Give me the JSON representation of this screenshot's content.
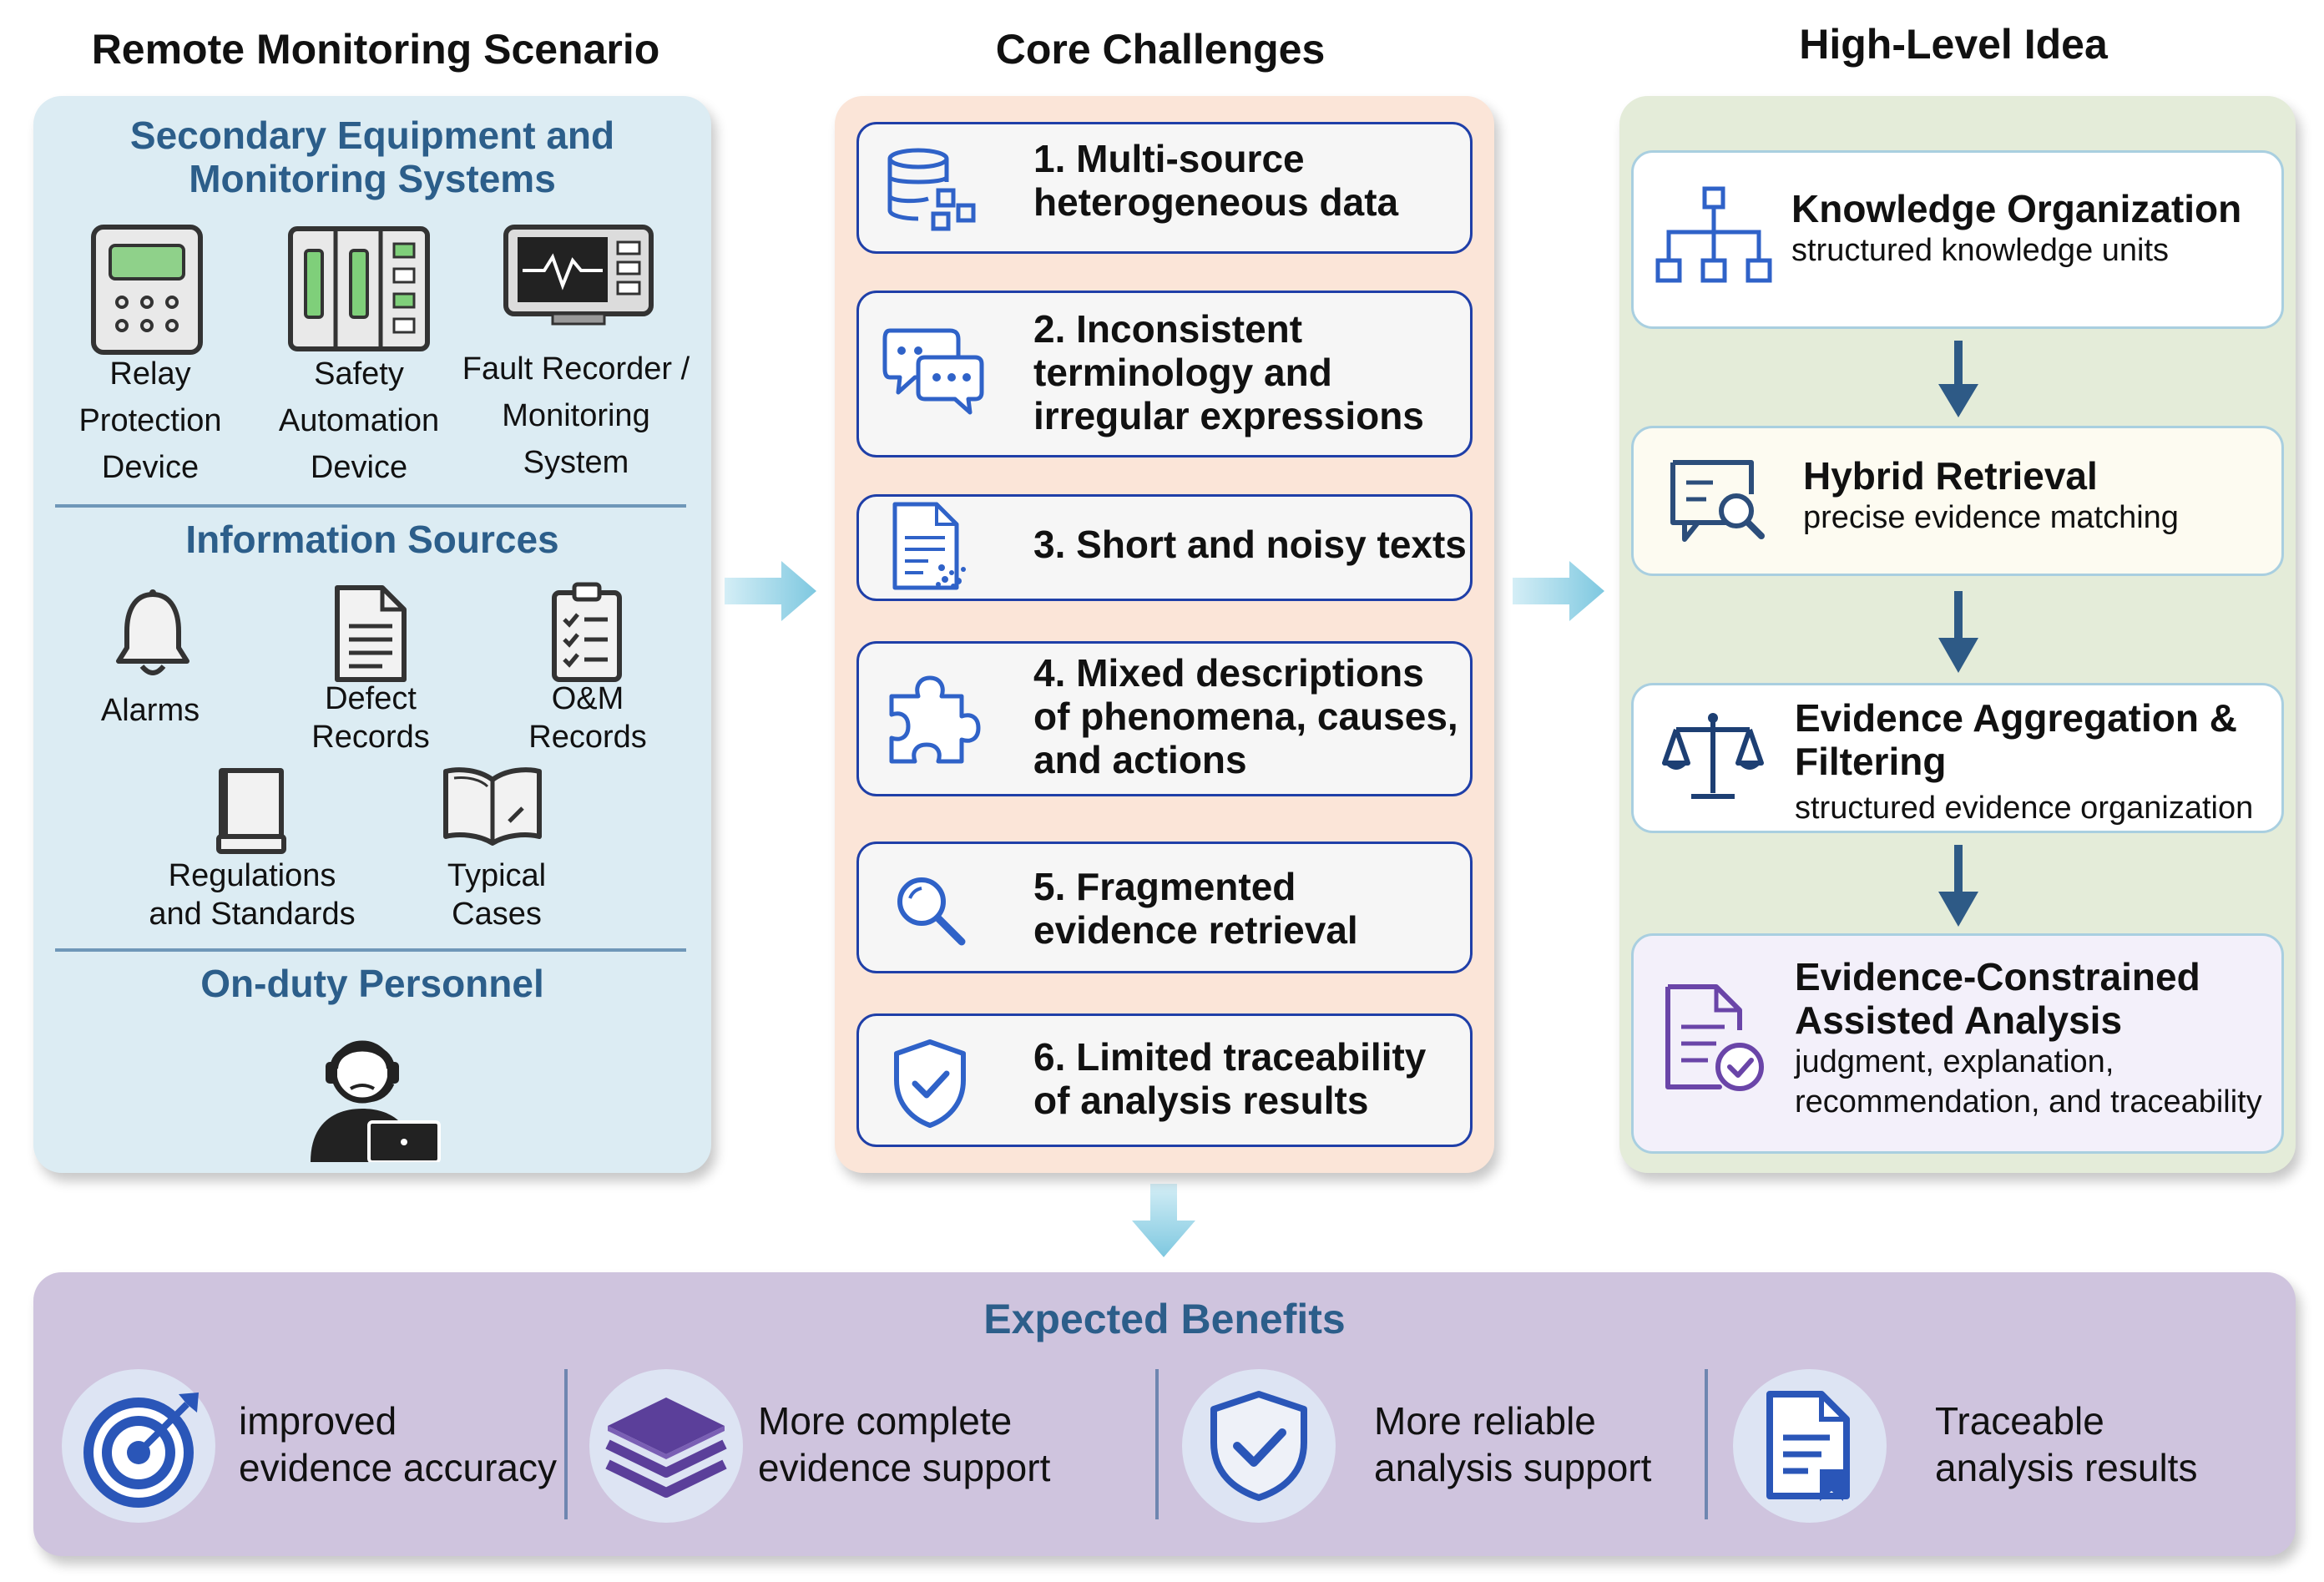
{
  "columns": {
    "left_title": "Remote Monitoring Scenario",
    "mid_title": "Core Challenges",
    "right_title": "High-Level Idea"
  },
  "left": {
    "equipment_heading_line1": "Secondary Equipment and",
    "equipment_heading_line2": "Monitoring Systems",
    "equipment": [
      {
        "icon": "relay-device-icon",
        "line1": "Relay",
        "line2": "Protection",
        "line3": "Device"
      },
      {
        "icon": "safety-automation-icon",
        "line1": "Safety",
        "line2": "Automation",
        "line3": "Device"
      },
      {
        "icon": "fault-recorder-monitor-icon",
        "line1": "Fault Recorder /",
        "line2": "Monitoring",
        "line3": "System"
      }
    ],
    "info_heading": "Information Sources",
    "sources": [
      {
        "icon": "bell-icon",
        "line1": "Alarms",
        "line2": ""
      },
      {
        "icon": "document-icon",
        "line1": "Defect",
        "line2": "Records"
      },
      {
        "icon": "clipboard-checklist-icon",
        "line1": "O&M",
        "line2": "Records"
      },
      {
        "icon": "book-icon",
        "line1": "Regulations",
        "line2": "and Standards"
      },
      {
        "icon": "open-book-icon",
        "line1": "Typical",
        "line2": "Cases"
      }
    ],
    "personnel_heading": "On-duty Personnel",
    "personnel_icon": "operator-with-headset-icon"
  },
  "challenges": [
    {
      "icon": "database-icon",
      "lines": [
        "1. Multi-source",
        "heterogeneous data"
      ]
    },
    {
      "icon": "chat-bubbles-icon",
      "lines": [
        "2. Inconsistent",
        "terminology and",
        "irregular expressions"
      ]
    },
    {
      "icon": "noisy-document-icon",
      "lines": [
        "3. Short and noisy texts"
      ]
    },
    {
      "icon": "puzzle-icon",
      "lines": [
        "4. Mixed descriptions",
        "of phenomena, causes,",
        "and actions"
      ]
    },
    {
      "icon": "magnifier-icon",
      "lines": [
        "5. Fragmented",
        "evidence retrieval"
      ]
    },
    {
      "icon": "shield-check-icon",
      "lines": [
        "6. Limited traceability",
        "of analysis results"
      ]
    }
  ],
  "ideas": [
    {
      "icon": "hierarchy-icon",
      "title_lines": [
        "Knowledge Organization"
      ],
      "sub_lines": [
        "structured knowledge units"
      ]
    },
    {
      "icon": "search-chat-icon",
      "title_lines": [
        "Hybrid Retrieval"
      ],
      "sub_lines": [
        "precise evidence matching"
      ]
    },
    {
      "icon": "scales-icon",
      "title_lines": [
        "Evidence Aggregation &",
        "Filtering"
      ],
      "sub_lines": [
        "structured evidence organization"
      ]
    },
    {
      "icon": "verified-document-icon",
      "title_lines": [
        "Evidence-Constrained",
        "Assisted Analysis"
      ],
      "sub_lines": [
        "judgment, explanation,",
        "recommendation, and traceability"
      ]
    }
  ],
  "benefits": {
    "heading": "Expected Benefits",
    "items": [
      {
        "icon": "target-icon",
        "lines": [
          "improved",
          "evidence accuracy"
        ]
      },
      {
        "icon": "layers-icon",
        "lines": [
          "More complete",
          "evidence support"
        ]
      },
      {
        "icon": "shield-check-icon",
        "lines": [
          "More reliable",
          "analysis support"
        ]
      },
      {
        "icon": "bookmarked-document-icon",
        "lines": [
          "Traceable",
          "analysis results"
        ]
      }
    ]
  },
  "colors": {
    "left_panel": "#dcecf3",
    "mid_panel": "#fbe5d8",
    "right_panel": "#e4ecd9",
    "bottom_panel": "#cfc4de",
    "heading_blue": "#2c5e8a",
    "challenge_border": "#1f3fa8",
    "arrow_light": "#8fd0e4",
    "arrow_dark": "#2e5a86"
  }
}
